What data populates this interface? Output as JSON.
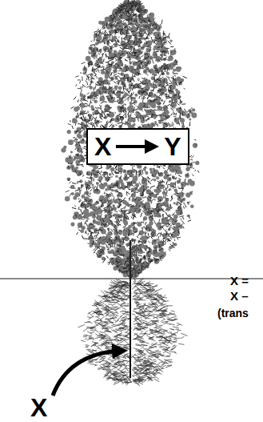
{
  "diagram": {
    "nodes": [
      {
        "text": [
          "X",
          "Y"
        ]
      }
    ],
    "labels": [
      "X =",
      "X –",
      "(trans",
      "X"
    ]
  }
}
